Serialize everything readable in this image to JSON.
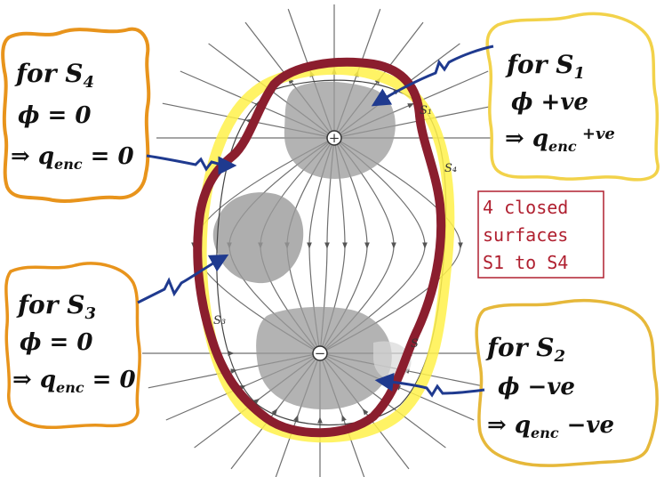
{
  "note": {
    "lines": [
      "4 closed",
      "surfaces",
      "S1 to S4"
    ],
    "border_color": "#b02030",
    "text_color": "#b02030"
  },
  "figure_labels": {
    "s1": "S₁",
    "s2": "S",
    "s3": "S₃",
    "s4": "S₄",
    "plus_sign": "+",
    "minus_sign": "−"
  },
  "callouts": {
    "s4": {
      "title": "for S",
      "sub": "4",
      "flux": "ϕ = 0",
      "result": "⇒ q",
      "result_sub": "enc",
      "result_tail": " = 0",
      "border_color": "#e8941c"
    },
    "s3": {
      "title": "for S",
      "sub": "3",
      "flux": "ϕ = 0",
      "result": "⇒ q",
      "result_sub": "enc",
      "result_tail": " = 0",
      "border_color": "#e8941c"
    },
    "s1": {
      "title": "for S",
      "sub": "1",
      "flux": "ϕ +ve",
      "result": "⇒ q",
      "result_sub": "enc",
      "result_tail": " +ve",
      "border_color": "#f2d24a"
    },
    "s2": {
      "title": "for S",
      "sub": "2",
      "flux": "ϕ −ve",
      "result": "⇒ q",
      "result_sub": "enc",
      "result_tail": " −ve",
      "border_color": "#e6b83a"
    }
  },
  "colors": {
    "surface_s4_outline": "#8b1e2e",
    "highlight": "#fff14a",
    "arrow": "#1f3a8f",
    "field_line": "#6f6f6f",
    "shaded_region": "#9a9a9a"
  }
}
